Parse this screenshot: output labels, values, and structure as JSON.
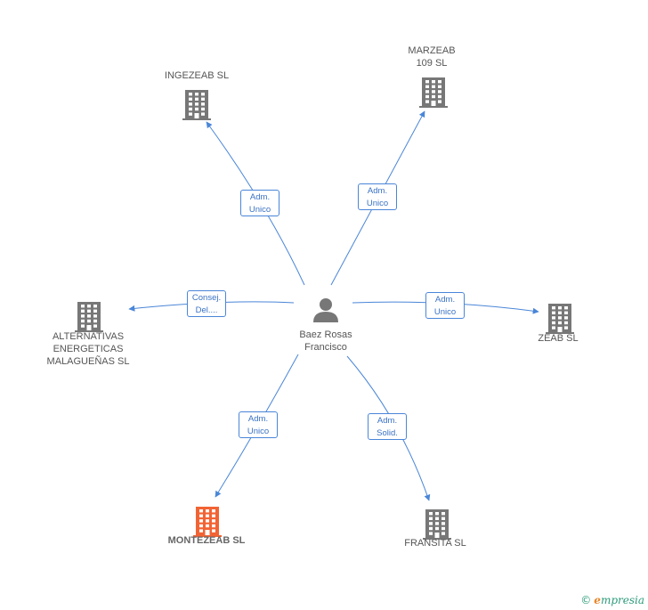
{
  "center": {
    "name": "Baez Rosas\nFrancisco",
    "icon": "person-icon",
    "color": "#777777"
  },
  "colors": {
    "company": "#777777",
    "highlight": "#f26334",
    "edge": "#4a86d8"
  },
  "nodes": [
    {
      "id": "ingezeab",
      "name": "INGEZEAB SL",
      "icon": "building-icon",
      "highlight": false,
      "role": "Adm.\nUnico"
    },
    {
      "id": "marzeab",
      "name": "MARZEAB\n109 SL",
      "icon": "building-icon",
      "highlight": false,
      "role": "Adm.\nUnico"
    },
    {
      "id": "alternativas",
      "name": "ALTERNATIVAS\nENERGETICAS\nMALAGUEÑAS SL",
      "icon": "building-icon",
      "highlight": false,
      "role": "Consej.\nDel...."
    },
    {
      "id": "zeab",
      "name": "ZEAB SL",
      "icon": "building-icon",
      "highlight": false,
      "role": "Adm.\nUnico"
    },
    {
      "id": "montezeab",
      "name": "MONTEZEAB SL",
      "icon": "building-icon",
      "highlight": true,
      "role": "Adm.\nUnico"
    },
    {
      "id": "fransita",
      "name": "FRANSITA SL",
      "icon": "building-icon",
      "highlight": false,
      "role": "Adm.\nSolid."
    }
  ],
  "brand": {
    "copyright": "©",
    "first": "e",
    "rest": "mpresia"
  }
}
